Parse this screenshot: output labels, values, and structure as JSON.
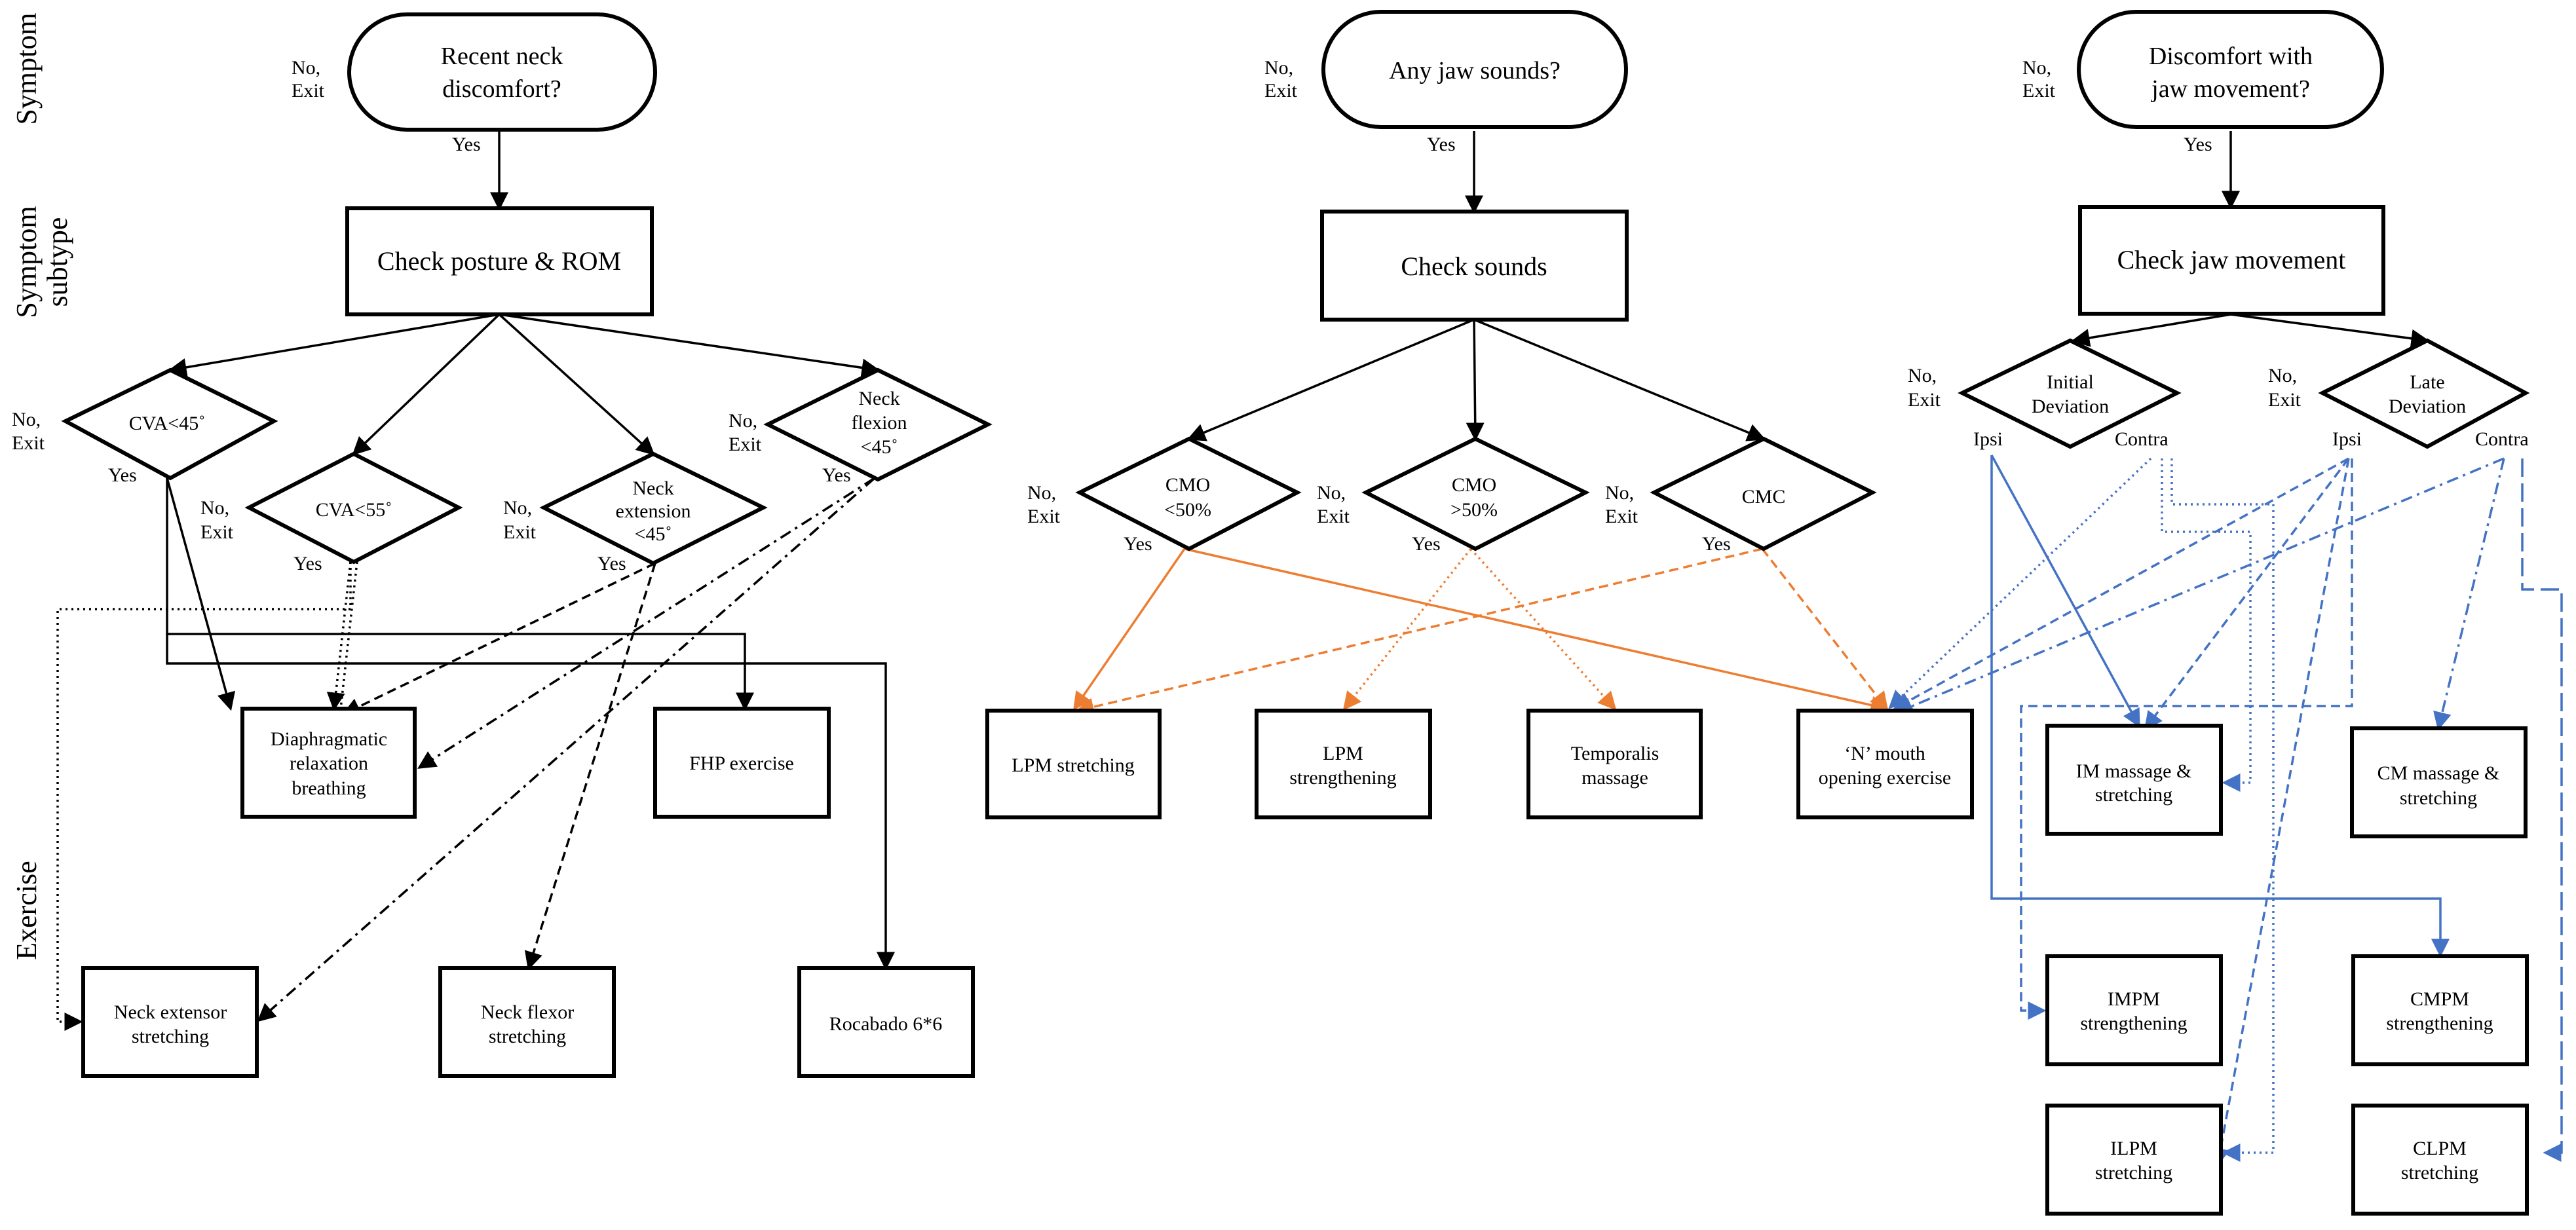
{
  "row_labels": {
    "symptom": "Symptom",
    "subtype_1": "Symptom",
    "subtype_2": "subtype",
    "exercise": "Exercise"
  },
  "common": {
    "no": "No,",
    "exit": "Exit",
    "yes": "Yes",
    "ipsi": "Ipsi",
    "contra": "Contra"
  },
  "neck": {
    "symptom_1": "Recent neck",
    "symptom_2": "discomfort?",
    "check": "Check posture & ROM",
    "d_cva45": "CVA<45˚",
    "d_cva55": "CVA<55˚",
    "d_ext_1": "Neck",
    "d_ext_2": "extension",
    "d_ext_3": "<45˚",
    "d_flex_1": "Neck",
    "d_flex_2": "flexion",
    "d_flex_3": "<45˚",
    "ex_diaph_1": "Diaphragmatic",
    "ex_diaph_2": "relaxation",
    "ex_diaph_3": "breathing",
    "ex_fhp": "FHP exercise",
    "ex_nes_1": "Neck extensor",
    "ex_nes_2": "stretching",
    "ex_nfs_1": "Neck flexor",
    "ex_nfs_2": "stretching",
    "ex_roc": "Rocabado 6*6"
  },
  "jaw_sounds": {
    "symptom": "Any jaw sounds?",
    "check": "Check sounds",
    "d_cmo_lt_1": "CMO",
    "d_cmo_lt_2": "<50%",
    "d_cmo_gt_1": "CMO",
    "d_cmo_gt_2": ">50%",
    "d_cmc": "CMC",
    "ex_lpm_str": "LPM stretching",
    "ex_lpm_sg_1": "LPM",
    "ex_lpm_sg_2": "strengthening",
    "ex_temp_1": "Temporalis",
    "ex_temp_2": "massage",
    "ex_n_1": "‘N’ mouth",
    "ex_n_2": "opening exercise"
  },
  "jaw_move": {
    "symptom_1": "Discomfort with",
    "symptom_2": "jaw movement?",
    "check": "Check jaw movement",
    "d_init_1": "Initial",
    "d_init_2": "Deviation",
    "d_late_1": "Late",
    "d_late_2": "Deviation",
    "ex_im_1": "IM massage &",
    "ex_im_2": "stretching",
    "ex_cm_1": "CM massage &",
    "ex_cm_2": "stretching",
    "ex_impm_1": "IMPM",
    "ex_impm_2": "strengthening",
    "ex_cmpm_1": "CMPM",
    "ex_cmpm_2": "strengthening",
    "ex_ilpm_1": "ILPM",
    "ex_ilpm_2": "stretching",
    "ex_clpm_1": "CLPM",
    "ex_clpm_2": "stretching"
  },
  "colors": {
    "line": "#000000",
    "orange": "#ED7D31",
    "blue": "#4472C4"
  }
}
